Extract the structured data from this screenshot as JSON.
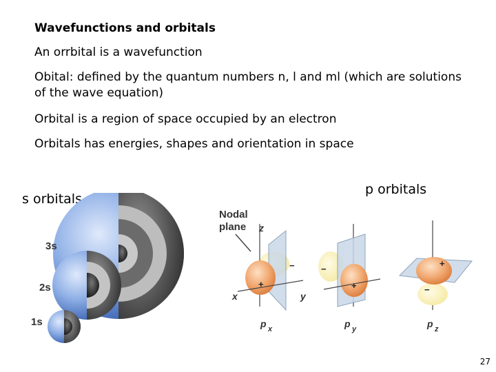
{
  "slide": {
    "title": "Wavefunctions and orbitals",
    "bullets": [
      "An orrbital is a wavefunction",
      "Obital:  defined by the quantum numbers n, l and ml (which are solutions of the wave equation)",
      "Orbital is a region of space occupied by an electron",
      "Orbitals has energies, shapes and orientation in space"
    ],
    "page_number": "27"
  },
  "s_figure": {
    "heading": "s orbitals",
    "labels": [
      "3s",
      "2s",
      "1s"
    ]
  },
  "p_figure": {
    "heading": "p orbitals",
    "nodal_label_line1": "Nodal",
    "nodal_label_line2": "plane",
    "axis_x": "x",
    "axis_y": "y",
    "axis_z": "z",
    "orbitals": [
      {
        "letter": "p",
        "sub": "x"
      },
      {
        "letter": "p",
        "sub": "y"
      },
      {
        "letter": "p",
        "sub": "z"
      }
    ],
    "plus": "+",
    "minus": "−"
  }
}
